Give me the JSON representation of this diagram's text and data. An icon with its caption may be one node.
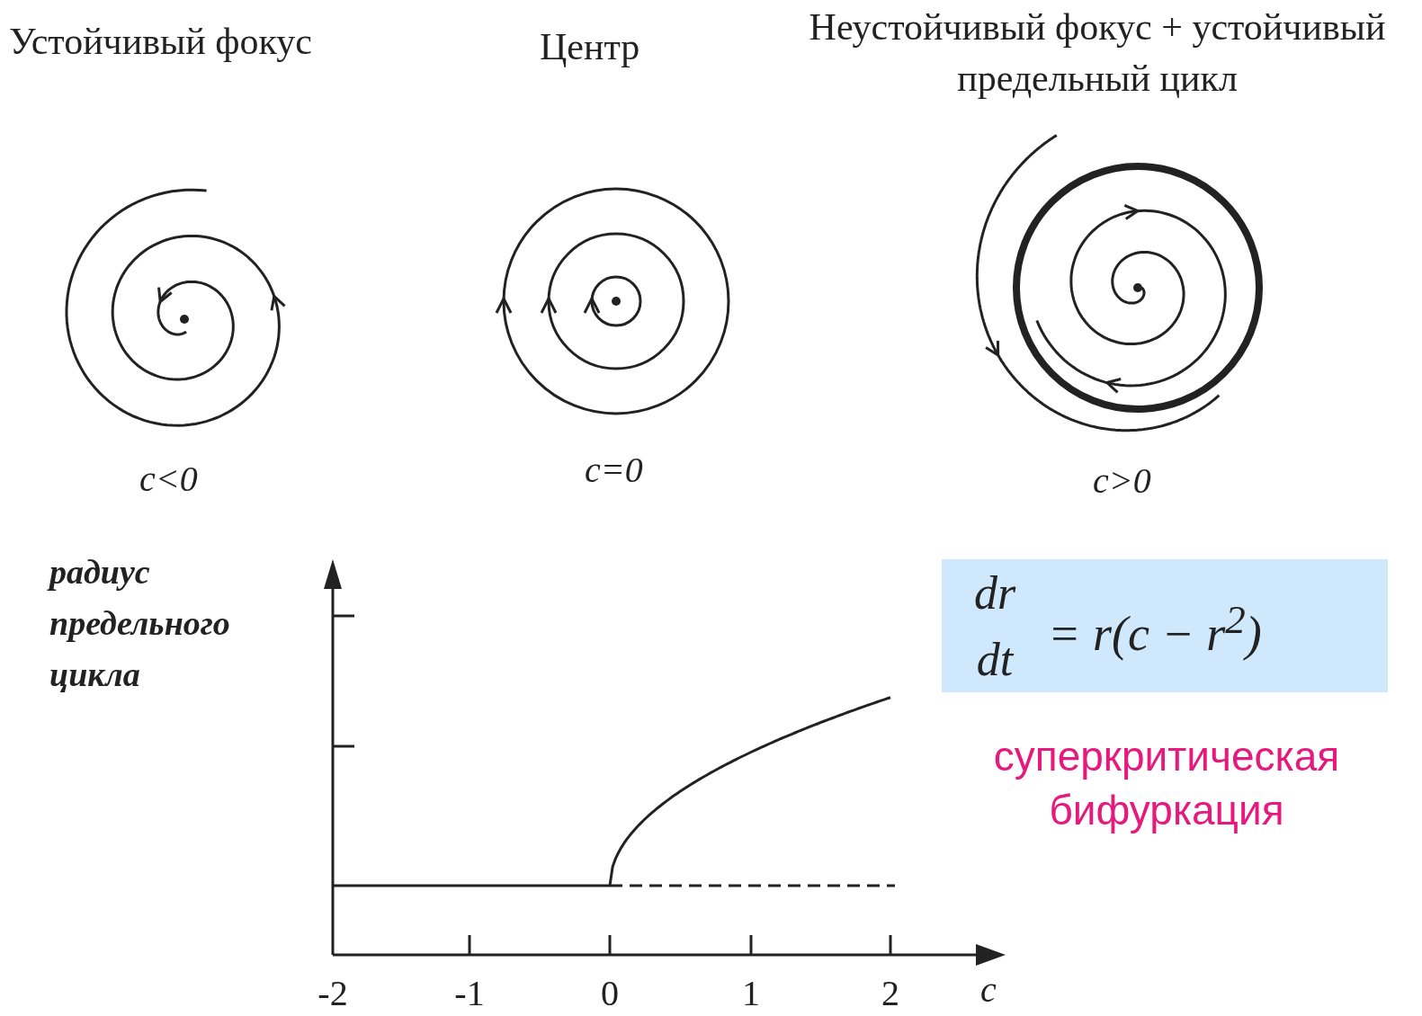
{
  "diagram": {
    "labels": [
      "Устойчивый фокус",
      "Центр",
      "Неустойчивый фокус + устойчивый предельный цикл",
      "c<0",
      "c=0",
      "c>0",
      "радиус предельного цикла",
      "-2",
      "-1",
      "0",
      "1",
      "2",
      "c",
      "dr",
      "dt",
      "= r(c − r$^{2}$)",
      "суперкритическая бифуркация"
    ]
  }
}
